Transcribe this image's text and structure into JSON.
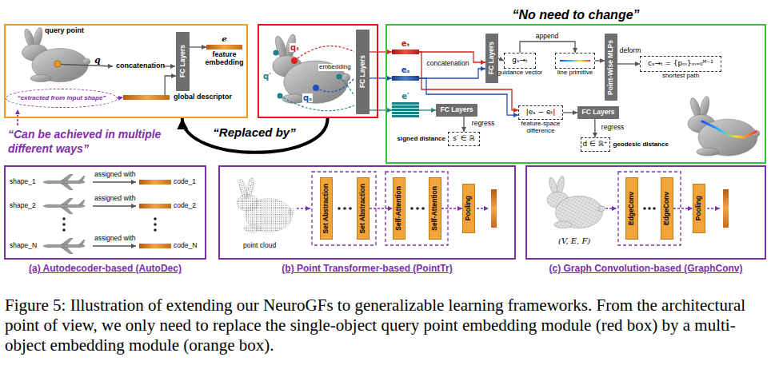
{
  "diagram": {
    "caption": "Figure 5: Illustration of extending our NeuroGFs to generalizable learning frameworks. From the architectural point of view, we only need to replace the single-object query point embedding module (red box) by a multi-object embedding module (orange box).",
    "nodes": [
      {
        "text": []
      },
      {
        "text": [
          "FC Layers"
        ],
        "in": 0
      },
      {
        "text": [
          "“extracted from input shape”"
        ],
        "in": 0
      },
      {
        "text": [
          "global descriptor"
        ],
        "in": 0
      },
      {
        "text": [
          "e",
          "feature embedding"
        ],
        "in": 0
      },
      {
        "text": []
      },
      {
        "text": [
          "FC Layers"
        ],
        "in": 5
      },
      {
        "text": [
          "“No need to change”"
        ]
      },
      {
        "text": [
          "eₜ"
        ],
        "in": 7
      },
      {
        "text": [
          "eₛ"
        ],
        "in": 7
      },
      {
        "text": [
          "e′"
        ],
        "in": 7
      },
      {
        "text": [
          "FC Layers"
        ],
        "in": 7
      },
      {
        "text": [
          "gₛ→ₜ",
          "guidance vector"
        ],
        "in": 7
      },
      {
        "text": [
          "line primitive"
        ],
        "in": 7
      },
      {
        "text": [
          "Point-Wise MLPs"
        ],
        "in": 7
      },
      {
        "text": [
          "cₛ→ₜ = {pₘ}ₘ₌₀ᴹ⁻¹",
          "shortest path"
        ],
        "in": 7
      },
      {
        "text": [
          "FC Layers"
        ],
        "in": 7
      },
      {
        "text": [
          "s′ ∈ ℝ",
          "signed distance"
        ],
        "in": 7
      },
      {
        "text": [
          "|eₛ − eₜ|",
          "feature-space difference"
        ],
        "in": 7
      },
      {
        "text": [
          "FC Layers"
        ],
        "in": 7
      },
      {
        "text": [
          "d ∈ ℝ⁺",
          "geodesic distance"
        ],
        "in": 7
      },
      {
        "text": [
          "(a) Autodecoder-based (AutoDec)"
        ]
      },
      {
        "text": [
          "(b) Point Transformer-based (PointTr)"
        ]
      },
      {
        "text": [
          "Set Abstraction"
        ],
        "in": 22
      },
      {
        "text": [
          "Set Abstraction"
        ],
        "in": 22
      },
      {
        "text": [
          "Self-Attention"
        ],
        "in": 22
      },
      {
        "text": [
          "Self-Attention"
        ],
        "in": 22
      },
      {
        "text": [
          "Pooling"
        ],
        "in": 22
      },
      {
        "text": [
          "(c) Graph Convolution-based (GraphConv)"
        ]
      },
      {
        "text": [
          "EdgeConv"
        ],
        "in": 28
      },
      {
        "text": [
          "EdgeConv"
        ],
        "in": 28
      },
      {
        "text": [
          "Pooling"
        ],
        "in": 28
      }
    ],
    "edges": [
      {
        "from": 2,
        "to": 3,
        "arrow": "to"
      },
      {
        "from": 3,
        "to": 1,
        "arrow": "to"
      },
      {
        "from": 1,
        "to": 4,
        "arrow": "to"
      },
      {
        "from": 5,
        "to": 0,
        "arrow": "to",
        "label": "“Replaced by”"
      },
      {
        "from": 6,
        "to": 8,
        "arrow": "to"
      },
      {
        "from": 6,
        "to": 9,
        "arrow": "to"
      },
      {
        "from": 6,
        "to": 10,
        "arrow": "to"
      },
      {
        "from": 8,
        "to": 11,
        "arrow": "to",
        "label": "concatenation"
      },
      {
        "from": 9,
        "to": 11,
        "arrow": "to"
      },
      {
        "from": 11,
        "to": 12,
        "arrow": "to"
      },
      {
        "from": 12,
        "to": 13,
        "arrow": "to",
        "label": "append"
      },
      {
        "from": 13,
        "to": 14,
        "arrow": "to"
      },
      {
        "from": 14,
        "to": 15,
        "arrow": "to",
        "label": "deform"
      },
      {
        "from": 8,
        "to": 18,
        "arrow": "to"
      },
      {
        "from": 9,
        "to": 18,
        "arrow": "to"
      },
      {
        "from": 10,
        "to": 16,
        "arrow": "to"
      },
      {
        "from": 16,
        "to": 17,
        "arrow": "to",
        "label": "regress"
      },
      {
        "from": 18,
        "to": 19,
        "arrow": "to"
      },
      {
        "from": 19,
        "to": 20,
        "arrow": "to",
        "label": "regress"
      },
      {
        "from": 24,
        "to": 25,
        "arrow": "to"
      },
      {
        "from": 26,
        "to": 27,
        "arrow": "to"
      },
      {
        "from": 30,
        "to": 31,
        "arrow": "to"
      }
    ],
    "labels": [
      "query point",
      "q",
      "concatenation",
      "“Can be achieved in multiple different ways”",
      "qₜ",
      "qₛ",
      "q′",
      "embedding",
      "shape_1",
      "assigned with",
      "code_1",
      "shape_2",
      "assigned with",
      "code_2",
      "shape_N",
      "assigned with",
      "code_N",
      "point cloud",
      "(V, E, F)"
    ]
  }
}
